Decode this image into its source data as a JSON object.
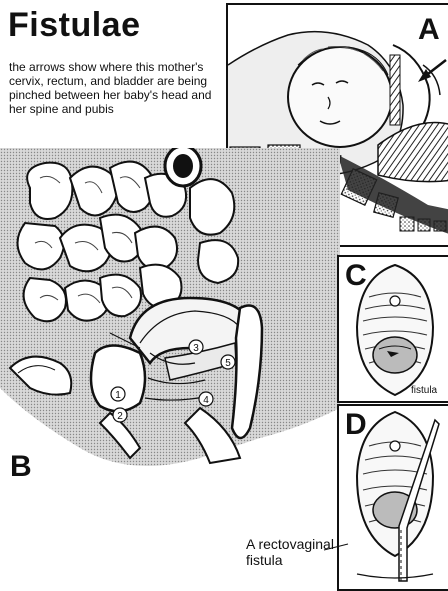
{
  "title": "Fistulae",
  "caption": "the arrows show  where this mother's cervix, rectum, and bladder are being pinched between her baby's head and her spine and pubis",
  "panels": {
    "a": {
      "letter": "A"
    },
    "b": {
      "letter": "B",
      "markers": [
        "1",
        "2",
        "3",
        "4",
        "5"
      ]
    },
    "c": {
      "letter": "C",
      "label": "fistula"
    },
    "d": {
      "letter": "D",
      "label_line1": "A rectovaginal",
      "label_line2": "fistula"
    }
  },
  "colors": {
    "ink": "#111111",
    "tissue": "#d9d9d9",
    "shade": "#9a9a9a",
    "paper": "#ffffff"
  }
}
